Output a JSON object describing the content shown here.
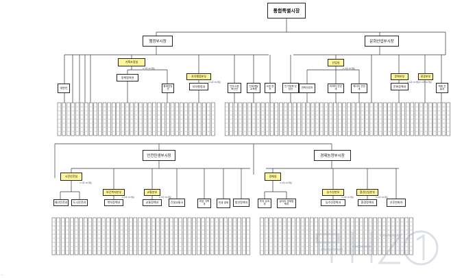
{
  "title": "통합특별시장",
  "top_row": {
    "vice_left": {
      "label": "행정부시장",
      "yellow_units": [
        {
          "label": "기획조정실",
          "note": "0.0과 00개팀",
          "children": [
            {
              "label": "정책협력관"
            }
          ]
        },
        {
          "label": "자치행정본부",
          "note": "0.0과 00개팀",
          "children": [
            {
              "label": "자치행정과"
            }
          ]
        }
      ],
      "white_units": [
        {
          "label": "대변인"
        },
        {
          "label": "통계담당관"
        },
        {
          "label": "민주시정 혁신단"
        },
        {
          "label": "인재개발 교육원"
        },
        {
          "label": "소방 본부"
        },
        {
          "label": "인구정책 담당관"
        }
      ]
    },
    "vice_right": {
      "label": "문화산업부시장",
      "yellow_units": [
        {
          "label": "산업실",
          "note": "0.0과 00개팀"
        },
        {
          "label": "문화본부",
          "note": "0.0과 00개팀",
          "children": [
            {
              "label": "문화정책과"
            }
          ]
        },
        {
          "label": "관광본부",
          "note": "0.0과 00개팀"
        }
      ],
      "white_units": [
        {
          "label": "전략산업과"
        },
        {
          "label": "미래차 산업과"
        },
        {
          "label": "에너지 산업과"
        },
        {
          "label": "체육 진흥과"
        }
      ]
    }
  },
  "bottom_row": {
    "vice_left": {
      "label": "안전민생부시장",
      "yellow_units": [
        {
          "label": "시민안전실",
          "note": "0.0과 00개팀"
        },
        {
          "label": "보건복지본부",
          "note": "0.0과 00개팀",
          "children": [
            {
              "label": "복지정책과"
            }
          ]
        },
        {
          "label": "교통본부",
          "note": "0.0과 00개팀",
          "children": [
            {
              "label": "교통정책과"
            }
          ]
        }
      ],
      "white_units": [
        {
          "label": "재난안전과"
        },
        {
          "label": "도시안전과"
        },
        {
          "label": "건설교통국"
        },
        {
          "label": "여성 가족과"
        },
        {
          "label": "민생 경제"
        },
        {
          "label": "청년정책과"
        }
      ]
    },
    "vice_right": {
      "label": "경제농정부시장",
      "yellow_units": [
        {
          "label": "경제실",
          "note": "0.0과 00개팀"
        },
        {
          "label": "농수산본부",
          "note": "0.0과 00개팀",
          "children": [
            {
              "label": "농수산정책과"
            }
          ]
        },
        {
          "label": "환경산업본부",
          "note": "0.0과 00개팀",
          "children": [
            {
              "label": "환경정책과"
            }
          ]
        }
      ],
      "white_units": [
        {
          "label": "투자 유치과"
        },
        {
          "label": "일자리 경제정책과"
        },
        {
          "label": "기후변화과"
        }
      ]
    }
  },
  "colors": {
    "highlight": "#fff59a",
    "line": "#333333"
  }
}
